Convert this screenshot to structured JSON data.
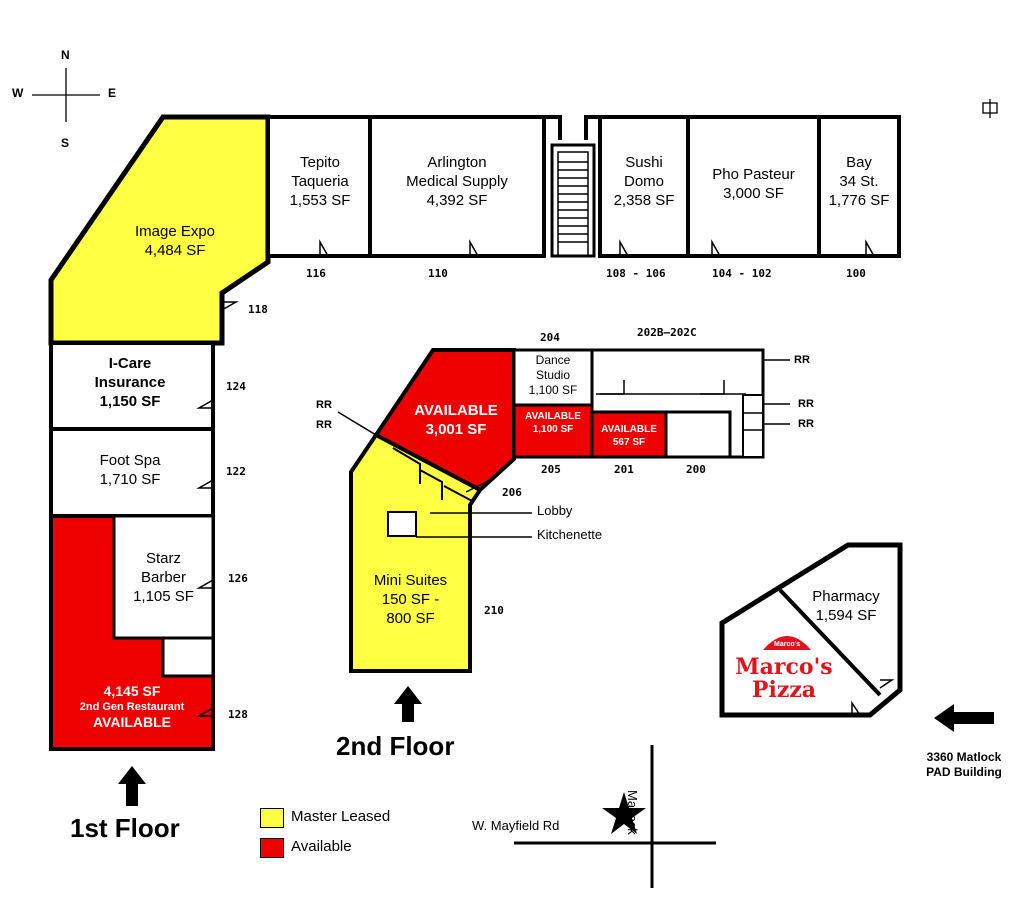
{
  "colors": {
    "master_leased": "#ffff44",
    "available": "#ee0000",
    "line": "#000000"
  },
  "compass": {
    "north": "N",
    "south": "S",
    "east": "E",
    "west": "W"
  },
  "corner_icon": "frame-icon",
  "floor1": {
    "label": "1st Floor",
    "suites": {
      "image_expo": {
        "name": "Image Expo",
        "sf": "4,484 SF",
        "num": "118"
      },
      "tepito": {
        "name1": "Tepito",
        "name2": "Taqueria",
        "sf": "1,553 SF",
        "num": "116"
      },
      "arlington": {
        "name1": "Arlington",
        "name2": "Medical Supply",
        "sf": "4,392 SF",
        "num": "110"
      },
      "sushi": {
        "name1": "Sushi",
        "name2": "Domo",
        "sf": "2,358 SF",
        "num": "108 - 106"
      },
      "pho": {
        "name": "Pho Pasteur",
        "sf": "3,000 SF",
        "num": "104 - 102"
      },
      "bay": {
        "name1": "Bay",
        "name2": "34 St.",
        "sf": "1,776 SF",
        "num": "100"
      },
      "icare": {
        "name1": "I-Care",
        "name2": "Insurance",
        "sf": "1,150 SF",
        "num": "124"
      },
      "footspa": {
        "name": "Foot Spa",
        "sf": "1,710 SF",
        "num": "122"
      },
      "starz": {
        "name1": "Starz",
        "name2": "Barber",
        "sf": "1,105 SF",
        "num": "126"
      },
      "restaurant": {
        "sf": "4,145 SF",
        "desc": "2nd Gen Restaurant",
        "status": "AVAILABLE",
        "num": "128"
      }
    }
  },
  "floor2": {
    "label": "2nd Floor",
    "header_num": "204",
    "header_range": "202B–202C",
    "rr": "RR",
    "suites": {
      "avail_3001": {
        "status": "AVAILABLE",
        "sf": "3,001 SF"
      },
      "dance": {
        "name1": "Dance",
        "name2": "Studio",
        "sf": "1,100 SF"
      },
      "avail_205": {
        "status": "AVAILABLE",
        "sf": "1,100 SF",
        "num": "205"
      },
      "avail_201": {
        "status": "AVAILABLE",
        "sf": "567 SF",
        "num": "201"
      },
      "num_200": "200",
      "num_206": "206",
      "lobby": "Lobby",
      "kitchenette": "Kitchenette",
      "mini": {
        "name": "Mini Suites",
        "sf1": "150 SF -",
        "sf2": "800 SF",
        "num": "210"
      }
    }
  },
  "pad": {
    "pharmacy": {
      "name": "Pharmacy",
      "sf": "1,594 SF"
    },
    "marcos": {
      "logo_badge": "Marco's",
      "line1": "Marco's",
      "line2": "Pizza"
    },
    "address1": "3360 Matlock",
    "address2": "PAD Building"
  },
  "legend": {
    "master_leased": "Master Leased",
    "available": "Available"
  },
  "streets": {
    "mayfield": "W. Mayfield Rd",
    "matlock": "Matlock"
  },
  "location_marker": "star-icon"
}
